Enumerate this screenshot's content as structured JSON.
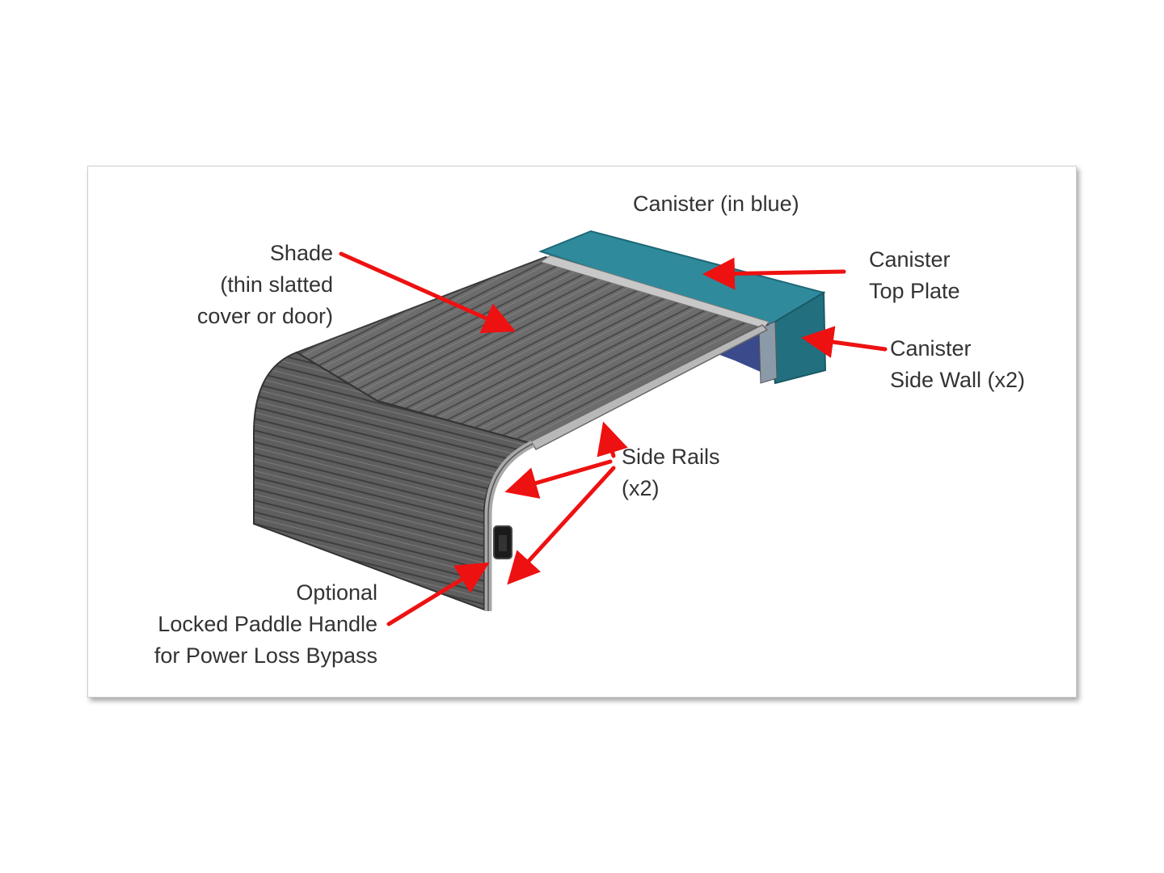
{
  "labels": {
    "canister": [
      "Canister (in blue)"
    ],
    "canister_top_plate": [
      "Canister",
      "Top Plate"
    ],
    "canister_side_wall": [
      "Canister",
      "Side Wall (x2)"
    ],
    "shade": [
      "Shade",
      "(thin slatted",
      "cover or door)"
    ],
    "side_rails": [
      "Side Rails",
      "(x2)"
    ],
    "paddle_handle": [
      "Optional",
      "Locked Paddle Handle",
      "for Power Loss Bypass"
    ]
  },
  "colors": {
    "canister": "#2f8a9c",
    "canister_dark": "#1e6878",
    "shade": "#6e6e6e",
    "shade_dark": "#4a4a4a",
    "rail": "#b0b0b0",
    "arrow": "#ee1111",
    "text": "#333333"
  }
}
